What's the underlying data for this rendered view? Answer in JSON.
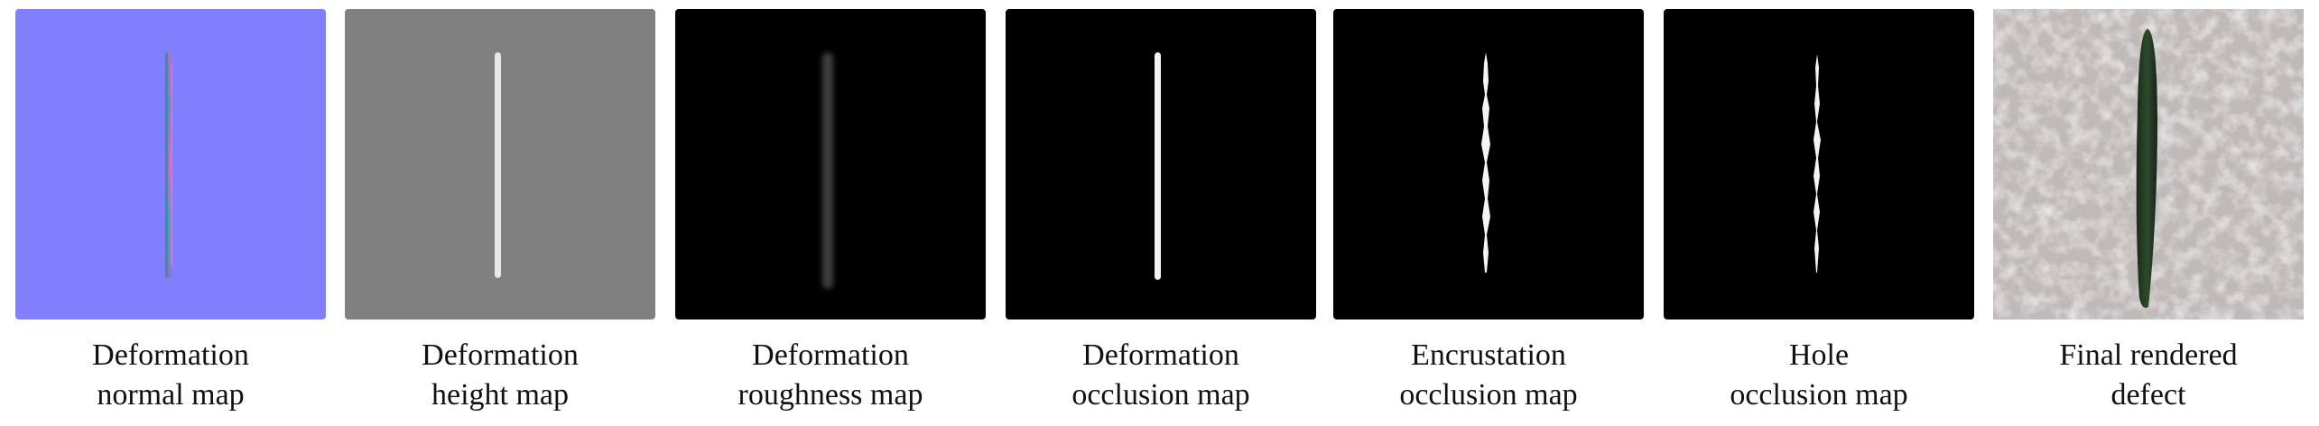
{
  "panels": [
    {
      "id": "normal",
      "caption_line1": "Deformation",
      "caption_line2": "normal map",
      "background": "#8080ff"
    },
    {
      "id": "height",
      "caption_line1": "Deformation",
      "caption_line2": "height map",
      "background": "#808080"
    },
    {
      "id": "roughness",
      "caption_line1": "Deformation",
      "caption_line2": "roughness map",
      "background": "#000000"
    },
    {
      "id": "occlusion",
      "caption_line1": "Deformation",
      "caption_line2": "occlusion map",
      "background": "#000000"
    },
    {
      "id": "encrustation",
      "caption_line1": "Encrustation",
      "caption_line2": "occlusion map",
      "background": "#000000"
    },
    {
      "id": "hole",
      "caption_line1": "Hole",
      "caption_line2": "occlusion map",
      "background": "#000000"
    },
    {
      "id": "final",
      "caption_line1": "Final rendered",
      "caption_line2": "defect",
      "background": "#c4c2c0"
    }
  ]
}
